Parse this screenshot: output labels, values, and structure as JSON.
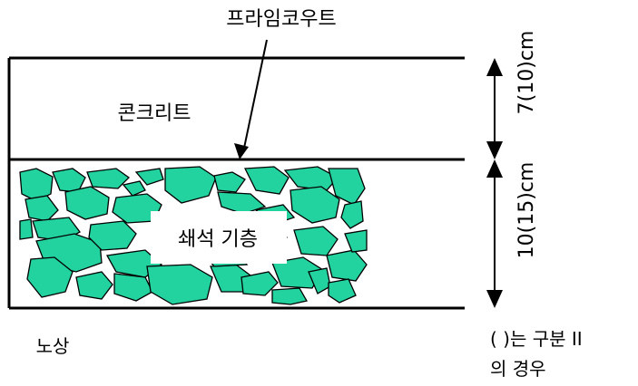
{
  "labels": {
    "prime_coat": "프라임코우트",
    "concrete": "콘크리트",
    "gravel_base": "쇄석 기층",
    "subgrade": "노상",
    "dim_top": "7(10)cm",
    "dim_bottom": "10(15)cm",
    "note_line1": "( )는 구분 II",
    "note_line2": "의 경우"
  },
  "colors": {
    "stone_fill": "#22d3a0",
    "line": "#000000",
    "background": "#ffffff"
  }
}
